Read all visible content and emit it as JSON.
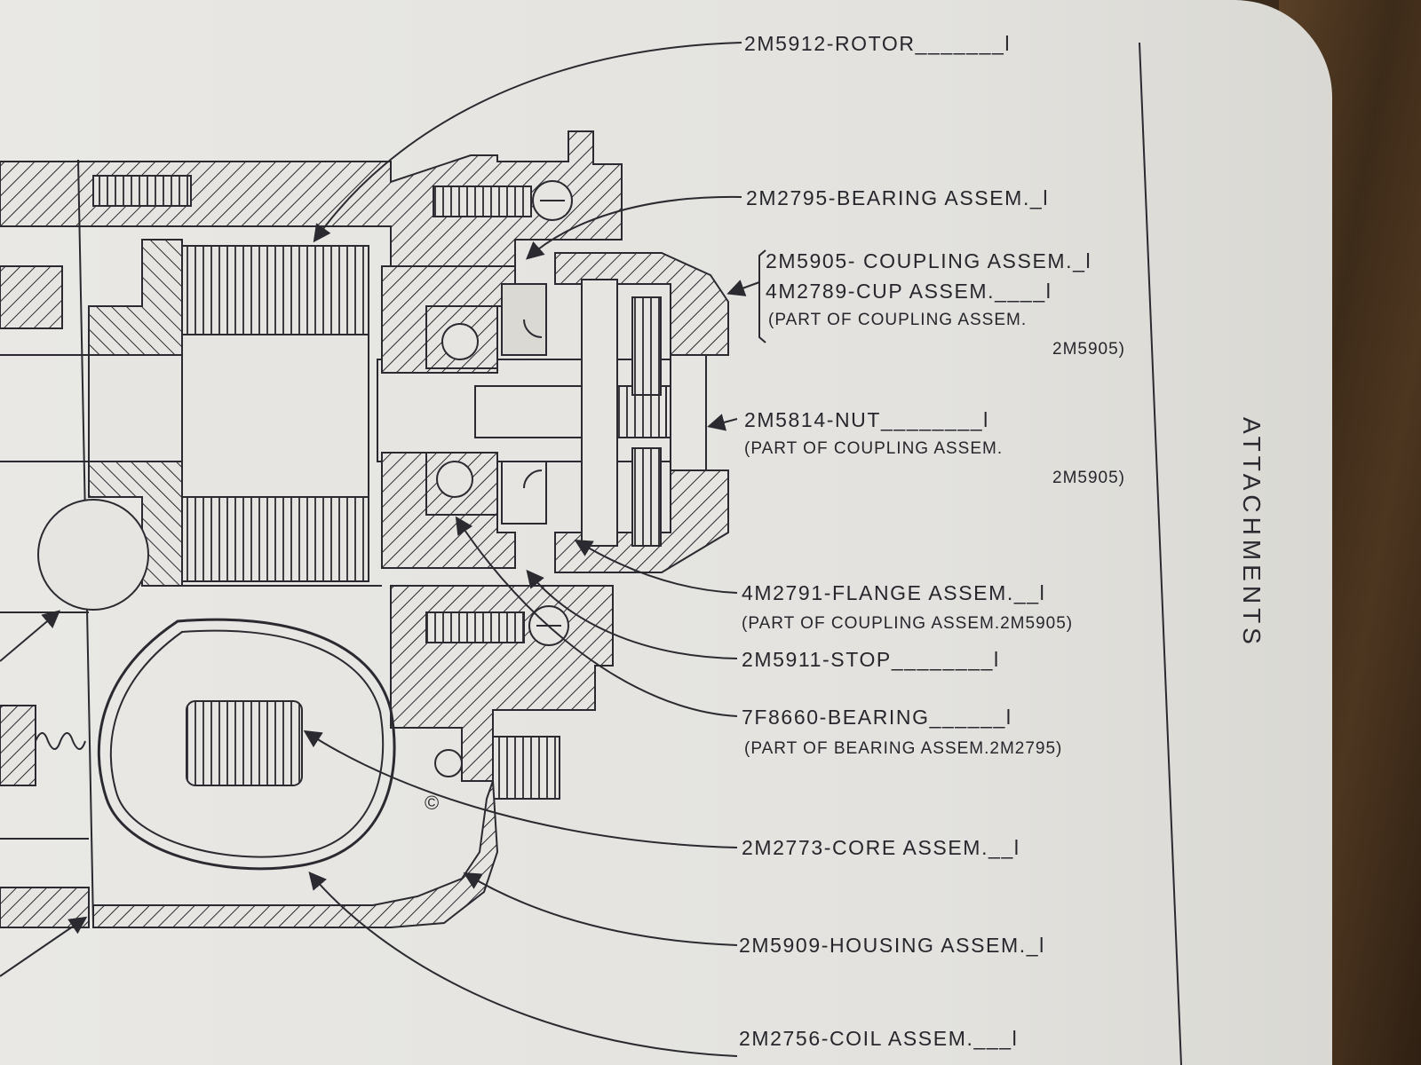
{
  "side_title": "ATTACHMENTS",
  "labels": {
    "rotor": "2M5912-ROTOR_______l",
    "bearing_assem": "2M2795-BEARING ASSEM._l",
    "coupling_assem": "2M5905- COUPLING ASSEM._l",
    "cup_assem": "4M2789-CUP ASSEM.____l",
    "cup_note_1": "(PART OF COUPLING ASSEM.",
    "cup_note_2": "2M5905)",
    "nut": "2M5814-NUT________l",
    "nut_note_1": "(PART OF COUPLING ASSEM.",
    "nut_note_2": "2M5905)",
    "flange_assem": "4M2791-FLANGE ASSEM.__l",
    "flange_note": "(PART OF COUPLING ASSEM.2M5905)",
    "stop": "2M5911-STOP________l",
    "bearing": "7F8660-BEARING______l",
    "bearing_note": "(PART OF BEARING ASSEM.2M2795)",
    "core_assem": "2M2773-CORE ASSEM.__l",
    "housing_assem": "2M5909-HOUSING ASSEM._l",
    "coil_assem": "2M2756-COIL ASSEM.___l"
  },
  "colors": {
    "ink": "#26262c",
    "paper": "#e6e5e1"
  }
}
